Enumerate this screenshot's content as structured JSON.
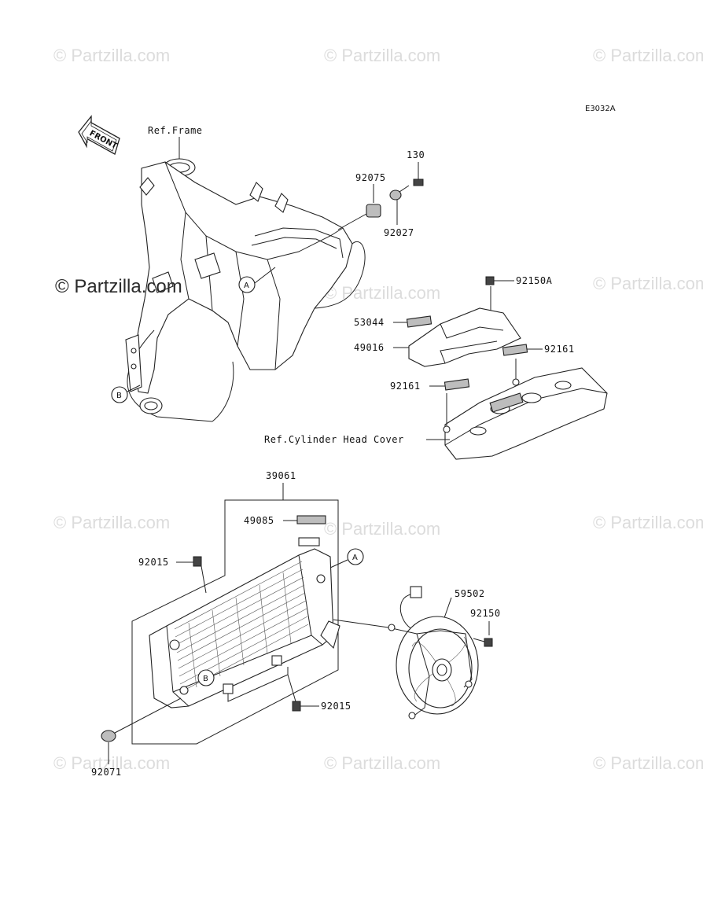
{
  "diagram_code": "E3032A",
  "watermarks": {
    "small": "© Partzilla.com",
    "large": "© Partzilla.com"
  },
  "front_label": "FRONT",
  "references": {
    "frame": "Ref.Frame",
    "cylinder_head_cover": "Ref.Cylinder Head Cover"
  },
  "callouts": {
    "a": "A",
    "b": "B"
  },
  "parts": {
    "p130": "130",
    "p92075": "92075",
    "p92027": "92027",
    "p92150A": "92150A",
    "p53044": "53044",
    "p49016": "49016",
    "p92161_right": "92161",
    "p92161_left": "92161",
    "p39061": "39061",
    "p49085": "49085",
    "p92015_top": "92015",
    "p59502": "59502",
    "p92150": "92150",
    "p92015_bottom": "92015",
    "p92071": "92071"
  }
}
